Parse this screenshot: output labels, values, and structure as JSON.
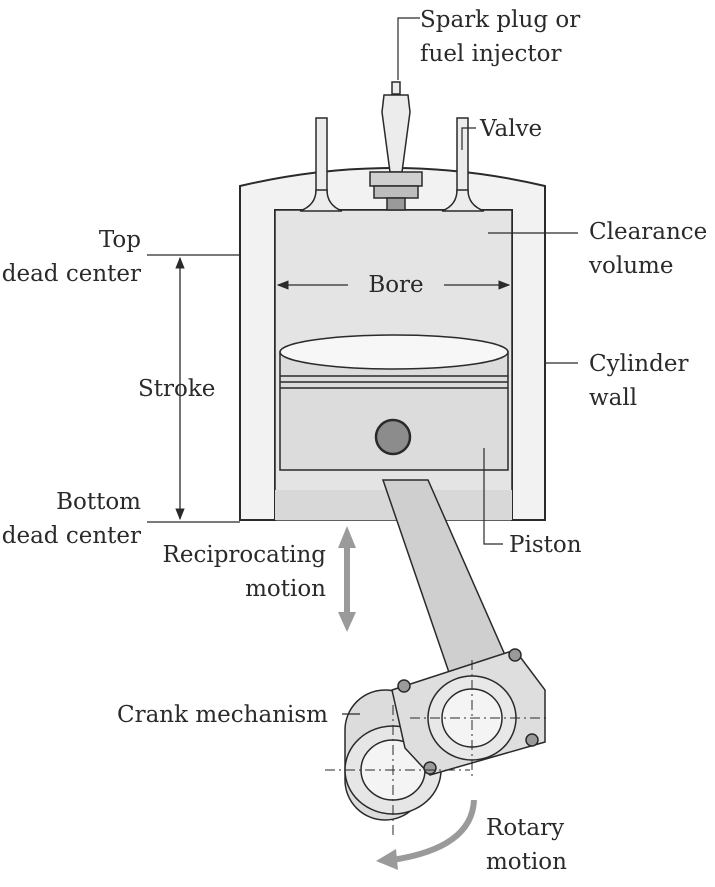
{
  "labels": {
    "spark_plug": [
      "Spark plug or",
      "fuel injector"
    ],
    "valve": "Valve",
    "clearance_volume": [
      "Clearance",
      "volume"
    ],
    "top_dead_center": [
      "Top",
      "dead center"
    ],
    "bore": "Bore",
    "stroke": "Stroke",
    "cylinder_wall": [
      "Cylinder",
      "wall"
    ],
    "bottom_dead_center": [
      "Bottom",
      "dead center"
    ],
    "reciprocating_motion": [
      "Reciprocating",
      "motion"
    ],
    "piston": "Piston",
    "crank_mechanism": "Crank mechanism",
    "rotary_motion": [
      "Rotary",
      "motion"
    ]
  },
  "colors": {
    "line": "#2a2a2a",
    "cylinder_fill": "#e4e4e4",
    "part_fill": "#d2d2d2",
    "light_fill": "#f2f2f2"
  }
}
